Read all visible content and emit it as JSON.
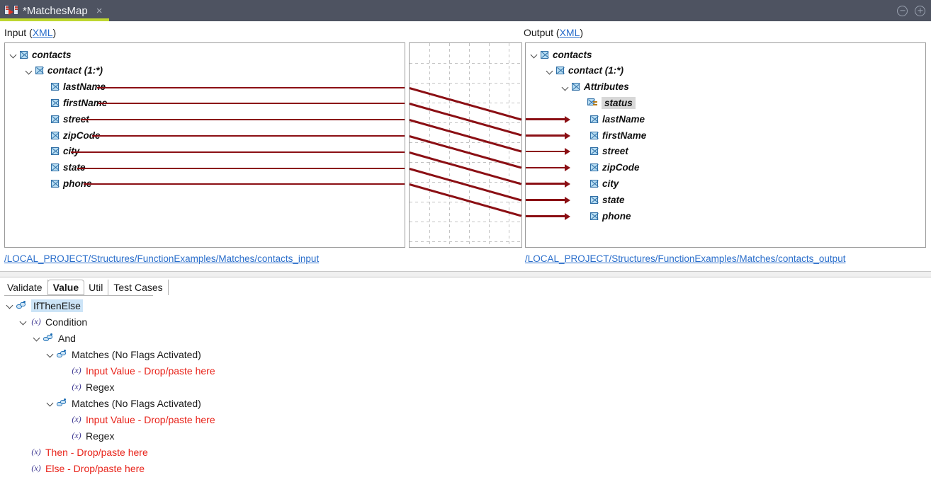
{
  "window": {
    "tab_title": "*MatchesMap",
    "tab_icon": "map-document-icon",
    "close_label": "×",
    "minimize_label": "minimize-icon",
    "maximize_label": "maximize-icon",
    "accent_color": "#bed630",
    "titlebar_color": "#4e5361"
  },
  "mapping": {
    "input_header": {
      "text": "Input (",
      "link": "XML",
      "suffix": ")"
    },
    "output_header": {
      "text": "Output (",
      "link": "XML",
      "suffix": ")"
    },
    "input_path": "/LOCAL_PROJECT/Structures/FunctionExamples/Matches/contacts_input",
    "output_path": "/LOCAL_PROJECT/Structures/FunctionExamples/Matches/contacts_output",
    "link_color": "#2a6ecb",
    "connector_color": "#8b0f14",
    "input_tree": [
      {
        "label": "contacts",
        "depth": 0,
        "expanded": true,
        "icon": "xml-element-icon",
        "connected": false
      },
      {
        "label": "contact (1:*)",
        "depth": 1,
        "expanded": true,
        "icon": "xml-element-icon",
        "connected": false
      },
      {
        "label": "lastName",
        "depth": 2,
        "expanded": false,
        "icon": "xml-element-icon",
        "connected": true
      },
      {
        "label": "firstName",
        "depth": 2,
        "expanded": false,
        "icon": "xml-element-icon",
        "connected": true
      },
      {
        "label": "street",
        "depth": 2,
        "expanded": false,
        "icon": "xml-element-icon",
        "connected": true
      },
      {
        "label": "zipCode",
        "depth": 2,
        "expanded": false,
        "icon": "xml-element-icon",
        "connected": true
      },
      {
        "label": "city",
        "depth": 2,
        "expanded": false,
        "icon": "xml-element-icon",
        "connected": true
      },
      {
        "label": "state",
        "depth": 2,
        "expanded": false,
        "icon": "xml-element-icon",
        "connected": true
      },
      {
        "label": "phone",
        "depth": 2,
        "expanded": false,
        "icon": "xml-element-icon",
        "connected": true
      }
    ],
    "output_tree": [
      {
        "label": "contacts",
        "depth": 0,
        "expanded": true,
        "icon": "xml-element-icon",
        "connected": false,
        "selected": false
      },
      {
        "label": "contact (1:*)",
        "depth": 1,
        "expanded": true,
        "icon": "xml-element-icon",
        "connected": false,
        "selected": false
      },
      {
        "label": "Attributes",
        "depth": 2,
        "expanded": true,
        "icon": "xml-element-icon",
        "connected": false,
        "selected": false
      },
      {
        "label": "status",
        "depth": 3,
        "expanded": false,
        "icon": "xml-attribute-icon",
        "connected": false,
        "selected": true
      },
      {
        "label": "lastName",
        "depth": 2,
        "expanded": false,
        "icon": "xml-element-icon",
        "connected": true,
        "selected": false
      },
      {
        "label": "firstName",
        "depth": 2,
        "expanded": false,
        "icon": "xml-element-icon",
        "connected": true,
        "selected": false
      },
      {
        "label": "street",
        "depth": 2,
        "expanded": false,
        "icon": "xml-element-icon",
        "connected": true,
        "selected": false
      },
      {
        "label": "zipCode",
        "depth": 2,
        "expanded": false,
        "icon": "xml-element-icon",
        "connected": true,
        "selected": false
      },
      {
        "label": "city",
        "depth": 2,
        "expanded": false,
        "icon": "xml-element-icon",
        "connected": true,
        "selected": false
      },
      {
        "label": "state",
        "depth": 2,
        "expanded": false,
        "icon": "xml-element-icon",
        "connected": true,
        "selected": false
      },
      {
        "label": "phone",
        "depth": 2,
        "expanded": false,
        "icon": "xml-element-icon",
        "connected": true,
        "selected": false
      }
    ],
    "connections": [
      {
        "from": "lastName",
        "to": "lastName"
      },
      {
        "from": "firstName",
        "to": "firstName"
      },
      {
        "from": "street",
        "to": "street"
      },
      {
        "from": "zipCode",
        "to": "zipCode"
      },
      {
        "from": "city",
        "to": "city"
      },
      {
        "from": "state",
        "to": "state"
      },
      {
        "from": "phone",
        "to": "phone"
      }
    ]
  },
  "bottom": {
    "tabs": [
      {
        "label": "Validate",
        "active": false
      },
      {
        "label": "Value",
        "active": true
      },
      {
        "label": "Util",
        "active": false
      },
      {
        "label": "Test Cases",
        "active": false
      }
    ],
    "tree": [
      {
        "label": "IfThenElse",
        "depth": 0,
        "expanded": true,
        "icon": "function-icon",
        "red": false,
        "selected": true
      },
      {
        "label": "Condition",
        "depth": 1,
        "expanded": true,
        "icon": "value-icon",
        "red": false,
        "selected": false
      },
      {
        "label": "And",
        "depth": 2,
        "expanded": true,
        "icon": "function-icon",
        "red": false,
        "selected": false
      },
      {
        "label": "Matches (No Flags Activated)",
        "depth": 3,
        "expanded": true,
        "icon": "function-icon",
        "red": false,
        "selected": false
      },
      {
        "label": "Input Value - Drop/paste here",
        "depth": 4,
        "expanded": false,
        "icon": "value-icon",
        "red": true,
        "selected": false
      },
      {
        "label": "Regex",
        "depth": 4,
        "expanded": false,
        "icon": "value-icon",
        "red": false,
        "selected": false
      },
      {
        "label": "Matches (No Flags Activated)",
        "depth": 3,
        "expanded": true,
        "icon": "function-icon",
        "red": false,
        "selected": false
      },
      {
        "label": "Input Value - Drop/paste here",
        "depth": 4,
        "expanded": false,
        "icon": "value-icon",
        "red": true,
        "selected": false
      },
      {
        "label": "Regex",
        "depth": 4,
        "expanded": false,
        "icon": "value-icon",
        "red": false,
        "selected": false
      },
      {
        "label": "Then - Drop/paste here",
        "depth": 1,
        "expanded": false,
        "icon": "value-icon",
        "red": true,
        "selected": false
      },
      {
        "label": "Else - Drop/paste here",
        "depth": 1,
        "expanded": false,
        "icon": "value-icon",
        "red": true,
        "selected": false
      }
    ],
    "value_icon_glyph": "(x)",
    "red_color": "#e8231a",
    "selection_color": "#cce4f7"
  }
}
